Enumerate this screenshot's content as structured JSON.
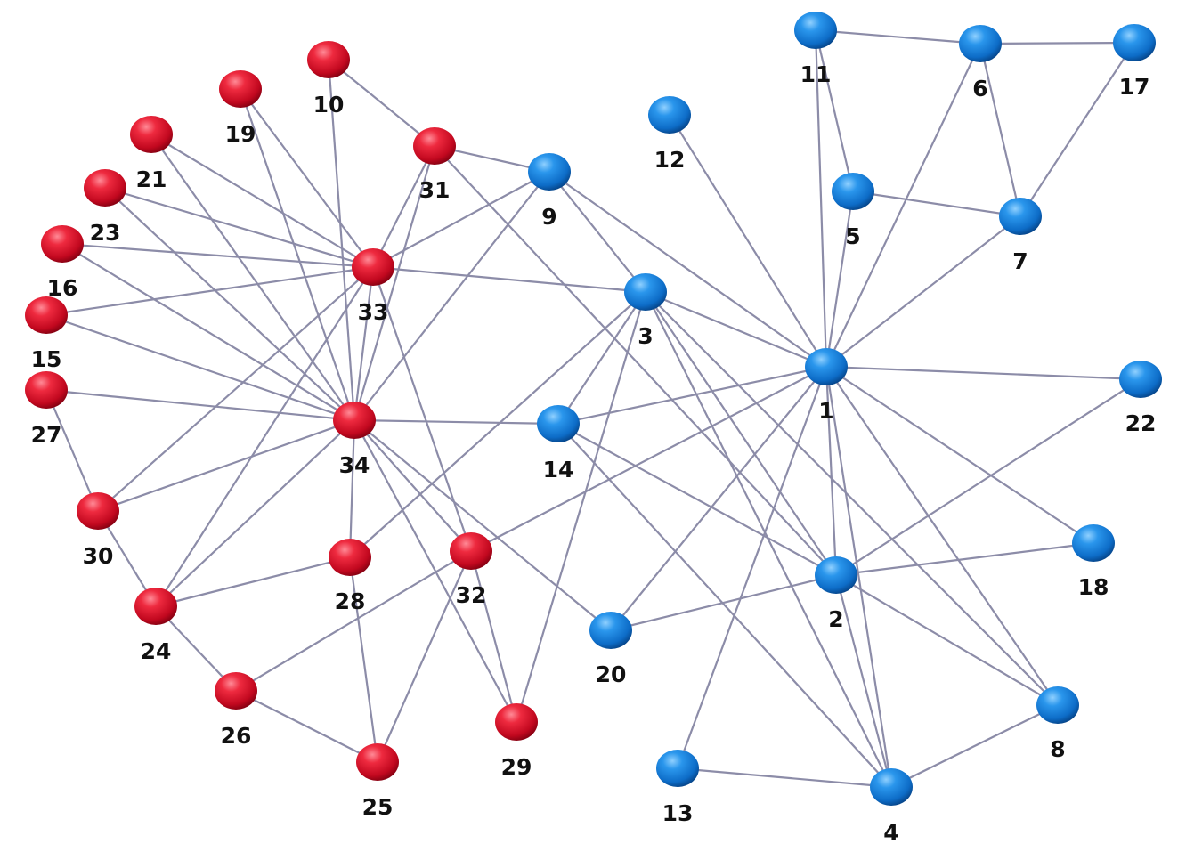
{
  "graph": {
    "colors": {
      "edge": "#8c8ca8",
      "group_red": "#d3132c",
      "group_blue": "#1278d6",
      "label": "#111111"
    },
    "nodes": [
      {
        "id": "1",
        "label": "1",
        "group": "blue"
      },
      {
        "id": "2",
        "label": "2",
        "group": "blue"
      },
      {
        "id": "3",
        "label": "3",
        "group": "blue"
      },
      {
        "id": "4",
        "label": "4",
        "group": "blue"
      },
      {
        "id": "5",
        "label": "5",
        "group": "blue"
      },
      {
        "id": "6",
        "label": "6",
        "group": "blue"
      },
      {
        "id": "7",
        "label": "7",
        "group": "blue"
      },
      {
        "id": "8",
        "label": "8",
        "group": "blue"
      },
      {
        "id": "9",
        "label": "9",
        "group": "blue"
      },
      {
        "id": "10",
        "label": "10",
        "group": "red"
      },
      {
        "id": "11",
        "label": "11",
        "group": "blue"
      },
      {
        "id": "12",
        "label": "12",
        "group": "blue"
      },
      {
        "id": "13",
        "label": "13",
        "group": "blue"
      },
      {
        "id": "14",
        "label": "14",
        "group": "blue"
      },
      {
        "id": "15",
        "label": "15",
        "group": "red"
      },
      {
        "id": "16",
        "label": "16",
        "group": "red"
      },
      {
        "id": "17",
        "label": "17",
        "group": "blue"
      },
      {
        "id": "18",
        "label": "18",
        "group": "blue"
      },
      {
        "id": "19",
        "label": "19",
        "group": "red"
      },
      {
        "id": "20",
        "label": "20",
        "group": "blue"
      },
      {
        "id": "21",
        "label": "21",
        "group": "red"
      },
      {
        "id": "22",
        "label": "22",
        "group": "blue"
      },
      {
        "id": "23",
        "label": "23",
        "group": "red"
      },
      {
        "id": "24",
        "label": "24",
        "group": "red"
      },
      {
        "id": "25",
        "label": "25",
        "group": "red"
      },
      {
        "id": "26",
        "label": "26",
        "group": "red"
      },
      {
        "id": "27",
        "label": "27",
        "group": "red"
      },
      {
        "id": "28",
        "label": "28",
        "group": "red"
      },
      {
        "id": "29",
        "label": "29",
        "group": "red"
      },
      {
        "id": "30",
        "label": "30",
        "group": "red"
      },
      {
        "id": "31",
        "label": "31",
        "group": "red"
      },
      {
        "id": "32",
        "label": "32",
        "group": "red"
      },
      {
        "id": "33",
        "label": "33",
        "group": "red"
      },
      {
        "id": "34",
        "label": "34",
        "group": "red"
      }
    ],
    "edges": [
      [
        "1",
        "2"
      ],
      [
        "1",
        "3"
      ],
      [
        "1",
        "4"
      ],
      [
        "1",
        "5"
      ],
      [
        "1",
        "6"
      ],
      [
        "1",
        "7"
      ],
      [
        "1",
        "8"
      ],
      [
        "1",
        "9"
      ],
      [
        "1",
        "11"
      ],
      [
        "1",
        "12"
      ],
      [
        "1",
        "13"
      ],
      [
        "1",
        "14"
      ],
      [
        "1",
        "18"
      ],
      [
        "1",
        "20"
      ],
      [
        "1",
        "22"
      ],
      [
        "1",
        "32"
      ],
      [
        "2",
        "3"
      ],
      [
        "2",
        "4"
      ],
      [
        "2",
        "8"
      ],
      [
        "2",
        "14"
      ],
      [
        "2",
        "18"
      ],
      [
        "2",
        "20"
      ],
      [
        "2",
        "22"
      ],
      [
        "2",
        "31"
      ],
      [
        "3",
        "4"
      ],
      [
        "3",
        "8"
      ],
      [
        "3",
        "9"
      ],
      [
        "3",
        "14"
      ],
      [
        "3",
        "28"
      ],
      [
        "3",
        "29"
      ],
      [
        "3",
        "33"
      ],
      [
        "4",
        "8"
      ],
      [
        "4",
        "13"
      ],
      [
        "4",
        "14"
      ],
      [
        "5",
        "7"
      ],
      [
        "5",
        "11"
      ],
      [
        "6",
        "7"
      ],
      [
        "6",
        "11"
      ],
      [
        "6",
        "17"
      ],
      [
        "7",
        "17"
      ],
      [
        "9",
        "31"
      ],
      [
        "9",
        "33"
      ],
      [
        "9",
        "34"
      ],
      [
        "10",
        "31"
      ],
      [
        "10",
        "34"
      ],
      [
        "14",
        "34"
      ],
      [
        "15",
        "33"
      ],
      [
        "15",
        "34"
      ],
      [
        "16",
        "33"
      ],
      [
        "16",
        "34"
      ],
      [
        "19",
        "33"
      ],
      [
        "19",
        "34"
      ],
      [
        "20",
        "34"
      ],
      [
        "21",
        "33"
      ],
      [
        "21",
        "34"
      ],
      [
        "23",
        "33"
      ],
      [
        "23",
        "34"
      ],
      [
        "24",
        "26"
      ],
      [
        "24",
        "28"
      ],
      [
        "24",
        "30"
      ],
      [
        "24",
        "33"
      ],
      [
        "24",
        "34"
      ],
      [
        "25",
        "26"
      ],
      [
        "25",
        "28"
      ],
      [
        "25",
        "32"
      ],
      [
        "26",
        "32"
      ],
      [
        "27",
        "30"
      ],
      [
        "27",
        "34"
      ],
      [
        "28",
        "34"
      ],
      [
        "29",
        "32"
      ],
      [
        "29",
        "34"
      ],
      [
        "30",
        "33"
      ],
      [
        "30",
        "34"
      ],
      [
        "31",
        "33"
      ],
      [
        "31",
        "34"
      ],
      [
        "32",
        "33"
      ],
      [
        "32",
        "34"
      ],
      [
        "33",
        "34"
      ]
    ]
  }
}
